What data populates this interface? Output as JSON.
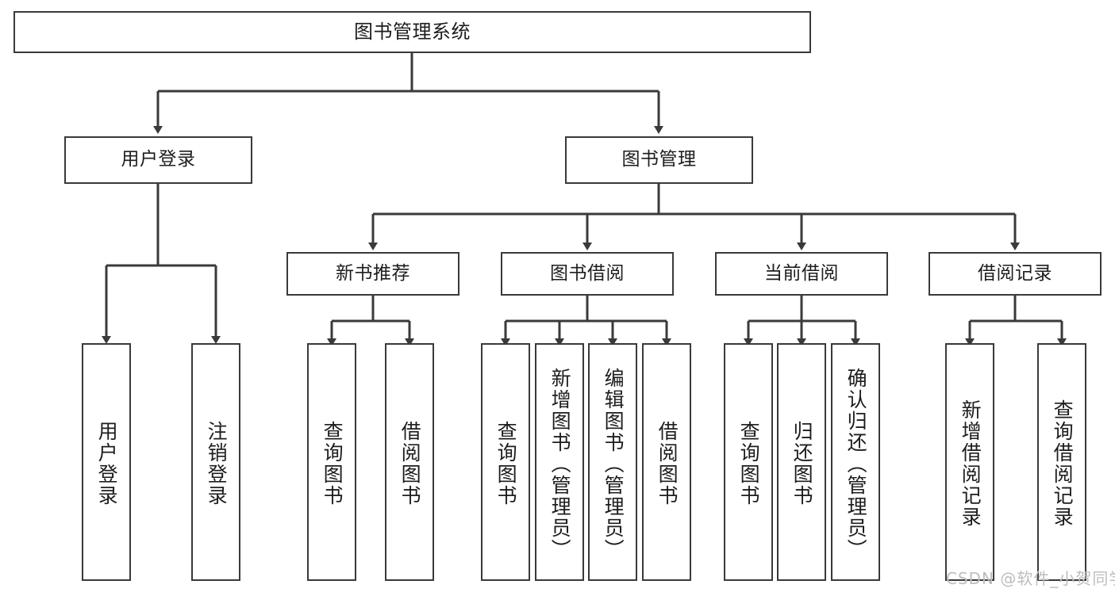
{
  "diagram": {
    "title": "图书管理系统",
    "watermark": "CSDN @软件_小贺同学",
    "accent_color": "#3a3a3a",
    "background_color": "#ffffff",
    "nodes": {
      "root": "图书管理系统",
      "user_login": "用户登录",
      "book_manage": "图书管理",
      "new_book_rec": "新书推荐",
      "book_borrow": "图书借阅",
      "current_borrow": "当前借阅",
      "borrow_record": "借阅记录",
      "leaf_user_login": "用户登录",
      "leaf_logout": "注销登录",
      "leaf_rec_query_book": "查询图书",
      "leaf_rec_borrow_book": "借阅图书",
      "leaf_borrow_query_book": "查询图书",
      "leaf_borrow_add_book": "新增图书（管理员）",
      "leaf_borrow_edit_book": "编辑图书（管理员）",
      "leaf_borrow_borrow_book": "借阅图书",
      "leaf_cur_query_book": "查询图书",
      "leaf_cur_return_book": "归还图书",
      "leaf_cur_confirm_return": "确认归还（管理员）",
      "leaf_rec_add_record": "新增借阅记录",
      "leaf_rec_query_record": "查询借阅记录"
    }
  }
}
